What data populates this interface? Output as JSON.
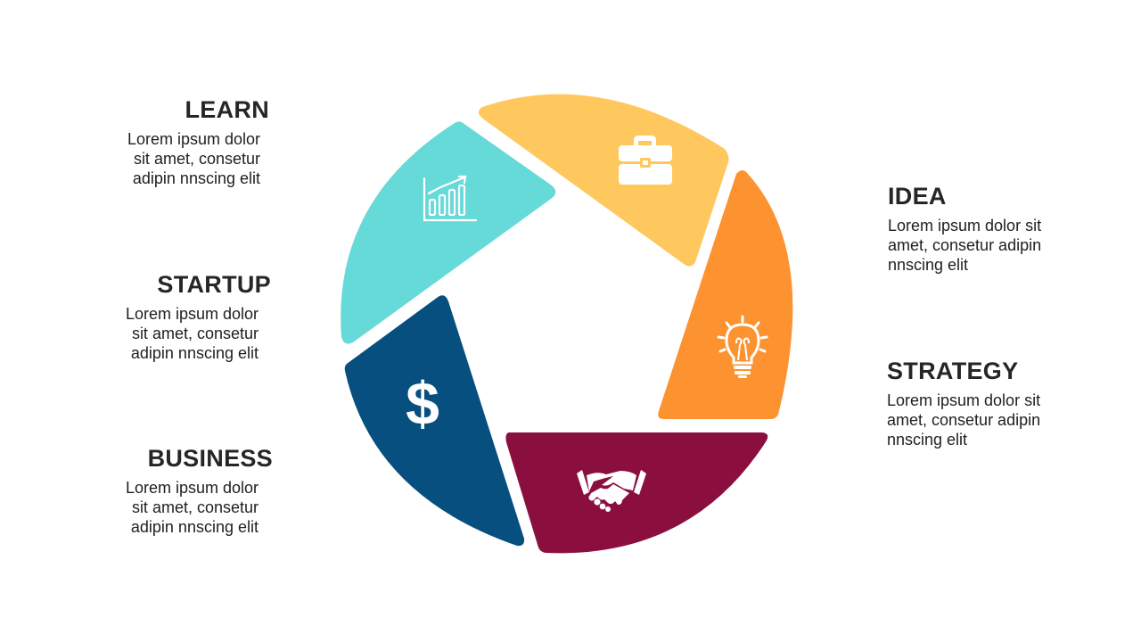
{
  "segments": [
    {
      "id": "learn",
      "label": "LEARN",
      "description": "Lorem ipsum dolor\nsit amet, consetur\nadipin nnscing elit",
      "color": "#66D9D9",
      "icon": "growth-chart-icon"
    },
    {
      "id": "idea",
      "label": "IDEA",
      "description": "Lorem ipsum dolor sit\namet, consetur adipin\nnnscing elit",
      "color": "#FD9330",
      "icon": "lightbulb-icon"
    },
    {
      "id": "startup",
      "label": "STARTUP",
      "description": "Lorem ipsum dolor\nsit amet, consetur\nadipin nnscing elit",
      "color": "#FFC85E",
      "icon": "briefcase-icon"
    },
    {
      "id": "strategy",
      "label": "STRATEGY",
      "description": "Lorem ipsum dolor sit\namet, consetur adipin\nnnscing elit",
      "color": "#8B0F3E",
      "icon": "handshake-icon"
    },
    {
      "id": "business",
      "label": "BUSINESS",
      "description": "Lorem ipsum dolor\nsit amet, consetur\nadipin nnscing elit",
      "color": "#064F7E",
      "icon": "dollar-icon"
    }
  ]
}
